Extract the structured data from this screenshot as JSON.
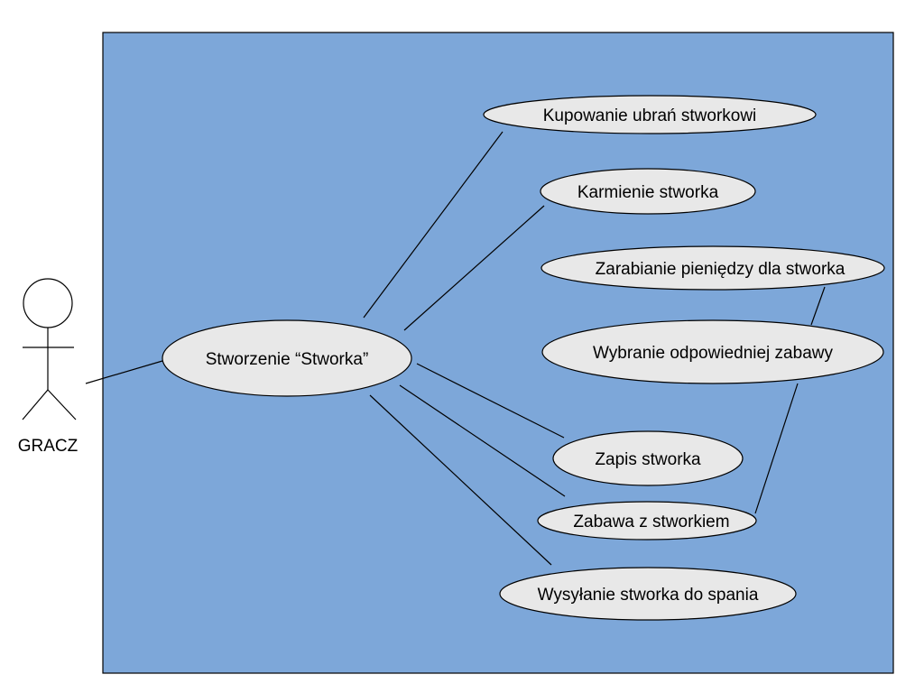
{
  "diagram": {
    "type": "uml-use-case",
    "boundary_color": "#7da7d9",
    "use_case_fill": "#e8e8e8",
    "line_color": "#000000",
    "actor": {
      "label": "GRACZ"
    },
    "use_cases": {
      "stworzenie": {
        "label": "Stworzenie “Stworka”"
      },
      "kupowanie": {
        "label": "Kupowanie ubrań stworkowi"
      },
      "karmienie": {
        "label": "Karmienie stworka"
      },
      "zarabianie": {
        "label": "Zarabianie pieniędzy dla stworka"
      },
      "wybranie": {
        "label": "Wybranie odpowiedniej zabawy"
      },
      "zapis": {
        "label": "Zapis stworka"
      },
      "zabawa": {
        "label": "Zabawa z stworkiem"
      },
      "wysylanie": {
        "label": "Wysyłanie stworka do spania"
      }
    }
  }
}
